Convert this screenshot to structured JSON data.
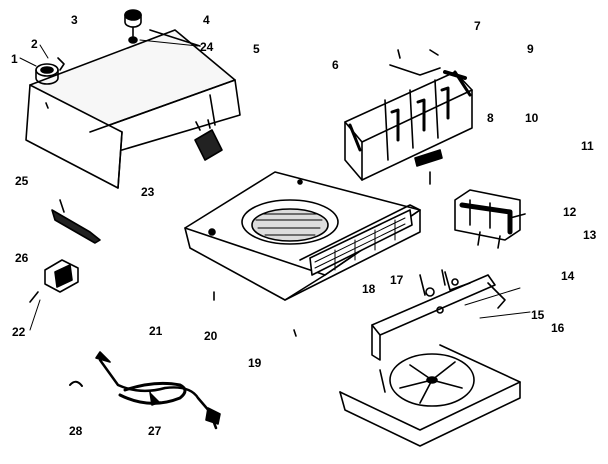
{
  "diagram": {
    "type": "exploded-parts-view",
    "ink_color": "#000000",
    "paper_color": "#ffffff",
    "callouts": [
      {
        "id": "c1",
        "text": "1"
      },
      {
        "id": "c2",
        "text": "2"
      },
      {
        "id": "c3",
        "text": "3"
      },
      {
        "id": "c4",
        "text": "4"
      },
      {
        "id": "c5",
        "text": "5"
      },
      {
        "id": "c6",
        "text": "6"
      },
      {
        "id": "c7",
        "text": "7"
      },
      {
        "id": "c9",
        "text": "9"
      },
      {
        "id": "c8",
        "text": "8"
      },
      {
        "id": "c10",
        "text": "10"
      },
      {
        "id": "c11",
        "text": "11"
      },
      {
        "id": "c12",
        "text": "12"
      },
      {
        "id": "c13",
        "text": "13"
      },
      {
        "id": "c14",
        "text": "14"
      },
      {
        "id": "c15",
        "text": "15"
      },
      {
        "id": "c16",
        "text": "16"
      },
      {
        "id": "c17",
        "text": "17"
      },
      {
        "id": "c18",
        "text": "18"
      },
      {
        "id": "c19",
        "text": "19"
      },
      {
        "id": "c20",
        "text": "20"
      },
      {
        "id": "c21",
        "text": "21"
      },
      {
        "id": "c22",
        "text": "22"
      },
      {
        "id": "c23",
        "text": "23"
      },
      {
        "id": "c24",
        "text": "24"
      },
      {
        "id": "c25",
        "text": "25"
      },
      {
        "id": "c26",
        "text": "26"
      },
      {
        "id": "c27",
        "text": "27"
      },
      {
        "id": "c28",
        "text": "28"
      }
    ]
  }
}
